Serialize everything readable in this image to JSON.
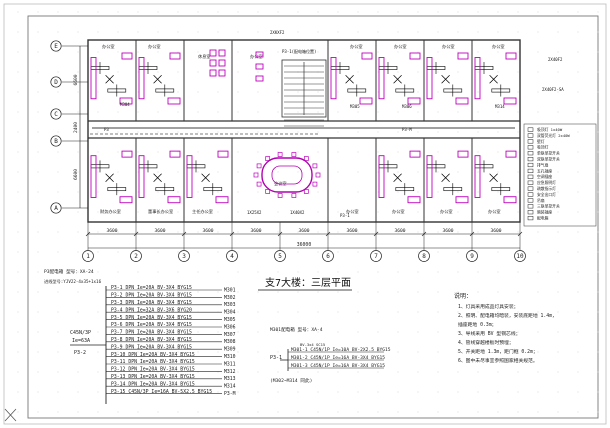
{
  "plan": {
    "grid_letters": [
      "E",
      "D",
      "C",
      "B",
      "A"
    ],
    "grid_numbers": [
      "1",
      "2",
      "3",
      "4",
      "5",
      "6",
      "7",
      "8",
      "9",
      "10"
    ],
    "bay_dims": [
      "3600",
      "3600",
      "3600",
      "3600",
      "3600",
      "3600",
      "3600",
      "3600",
      "3600"
    ],
    "total_dim": "36000",
    "left_dims": [
      "6600",
      "2400",
      "6600"
    ],
    "room_labels": [
      "办公室",
      "办公室",
      "休息室",
      "办公室",
      "办公室",
      "办公室",
      "办公室",
      "办公室",
      "财务办公室",
      "董事长办公室",
      "会议室",
      "主任办公室",
      "办公室",
      "办公室",
      "办公室",
      "办公室"
    ],
    "callouts": [
      "2XKXF2",
      "P3-1(配电箱位置)",
      "2X40F2",
      "2X40F2-SA",
      "1X25X2",
      "1X40X2",
      "P3",
      "P3-M",
      "M304",
      "M305",
      "M306",
      "M314",
      "P3-1"
    ]
  },
  "legend": {
    "items": [
      "吸顶灯 1x40W",
      "双管荧光灯 2x40W",
      "壁灯",
      "吸顶灯",
      "单联单控开关",
      "双联单控开关",
      "排气扇",
      "五孔插座",
      "空调插座",
      "应急照明灯",
      "疏散指示灯",
      "安全出口灯",
      "吊扇",
      "三联单控开关",
      "暗装插座",
      "配电箱"
    ]
  },
  "title": {
    "text": "支7大楼：三层平面"
  },
  "panel_main": {
    "header": "P3配电箱     型号：XA-24",
    "header2": "进线型号:YJV22-4x35+1x16",
    "incoming": "C45N/3P",
    "incoming_rating": "Ie=63A",
    "panel_id": "P3-2",
    "circuits": [
      {
        "id": "P3-1",
        "breaker": "DPN",
        "rating": "Ie=20A",
        "cable": "BV-3X4 BYG15",
        "dest": "M301"
      },
      {
        "id": "P3-2",
        "breaker": "DPN",
        "rating": "Ie=20A",
        "cable": "BV-3X4 BYG15",
        "dest": "M302"
      },
      {
        "id": "P3-3",
        "breaker": "DPN",
        "rating": "Ie=20A",
        "cable": "BV-3X4 BYG15",
        "dest": "M303"
      },
      {
        "id": "P3-4",
        "breaker": "DPN",
        "rating": "Ie=32A",
        "cable": "BV-3X6 BYG20",
        "dest": "M304"
      },
      {
        "id": "P3-5",
        "breaker": "DPN",
        "rating": "Ie=20A",
        "cable": "BV-3X4 BYG15",
        "dest": "M305"
      },
      {
        "id": "P3-6",
        "breaker": "DPN",
        "rating": "Ie=20A",
        "cable": "BV-3X4 BYG15",
        "dest": "M306"
      },
      {
        "id": "P3-7",
        "breaker": "DPN",
        "rating": "Ie=20A",
        "cable": "BV-3X4 BYG15",
        "dest": "M307"
      },
      {
        "id": "P3-8",
        "breaker": "DPN",
        "rating": "Ie=20A",
        "cable": "BV-3X4 BYG15",
        "dest": "M308"
      },
      {
        "id": "P3-9",
        "breaker": "DPN",
        "rating": "Ie=20A",
        "cable": "BV-3X4 BYG15",
        "dest": "M309"
      },
      {
        "id": "P3-10",
        "breaker": "DPN",
        "rating": "Ie=20A",
        "cable": "BV-3X4 BYG15",
        "dest": "M310"
      },
      {
        "id": "P3-11",
        "breaker": "DPN",
        "rating": "Ie=20A",
        "cable": "BV-3X4 BYG15",
        "dest": "M311"
      },
      {
        "id": "P3-12",
        "breaker": "DPN",
        "rating": "Ie=20A",
        "cable": "BV-3X4 BYG15",
        "dest": "M312"
      },
      {
        "id": "P3-13",
        "breaker": "DPN",
        "rating": "Ie=20A",
        "cable": "BV-3X4 BYG15",
        "dest": "M313"
      },
      {
        "id": "P3-14",
        "breaker": "DPN",
        "rating": "Ie=20A",
        "cable": "BV-3X4 BYG15",
        "dest": "M314"
      },
      {
        "id": "P3-15",
        "breaker": "C45N/3P",
        "rating": "Ie=16A",
        "cable": "BV-5X2.5 BYG15",
        "dest": "P3-M"
      }
    ]
  },
  "panel_small": {
    "header": "M301配电箱     型号：XA-4",
    "sub": "BV-3x4 SC15",
    "feed": "P3-1",
    "circuits": [
      {
        "id": "M301-1",
        "breaker": "C45N/1P",
        "rating": "Ie=10A",
        "cable": "BV-2X2.5 BYG15"
      },
      {
        "id": "M301-2",
        "breaker": "C45N/1P",
        "rating": "Ie=16A",
        "cable": "BV-3X4 BYG15"
      },
      {
        "id": "M301-3",
        "breaker": "C45N/1P",
        "rating": "Ie=16A",
        "cable": "BV-3X4 BYG15"
      }
    ],
    "footnote": "(M302~M314 同此)"
  },
  "notes": {
    "title": "说明：",
    "lines": [
      "1、灯具采用成品灯具安装；",
      "2、照明、配电箱均暗装，安装底距地 1.4m，",
      "   插座距地 0.3m；",
      "3、导线采用 BV 型铜芯线；",
      "4、管线穿越楼板时预埋；",
      "5、开关距地 1.3m，距门框 0.2m；",
      "6、图中未尽事宜参照国家相关规范。"
    ]
  }
}
